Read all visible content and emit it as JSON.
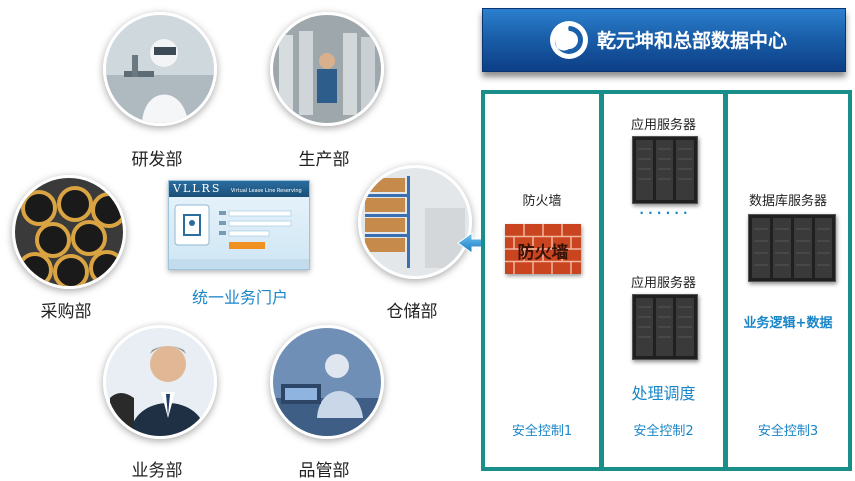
{
  "departments": {
    "rd": "研发部",
    "production": "生产部",
    "purchasing": "采购部",
    "warehouse": "仓储部",
    "business": "业务部",
    "quality": "品管部"
  },
  "portal": {
    "logo_text": "VLLRS",
    "subtitle": "Virtual Lease Line Reserving System",
    "caption": "统一业务门户"
  },
  "datacenter": {
    "title": "乾元坤和总部数据中心"
  },
  "zone1": {
    "label": "防火墙",
    "wall_text": "防火墙",
    "footer": "安全控制1"
  },
  "zone2": {
    "server_top_label": "应用服务器",
    "ellipsis": "· · · · · ·",
    "server_bottom_label": "应用服务器",
    "caption": "处理调度",
    "footer": "安全控制2"
  },
  "zone3": {
    "server_label": "数据库服务器",
    "caption": "业务逻辑+数据",
    "footer": "安全控制3"
  },
  "colors": {
    "teal_border": "#1a8f8a",
    "accent_blue": "#1a86c8",
    "banner_blue": "#1a5faa",
    "brick": "#d4572d"
  },
  "icons": [
    "swirl-logo-icon",
    "double-arrow-icon",
    "brick-wall-icon",
    "server-rack-icon"
  ]
}
